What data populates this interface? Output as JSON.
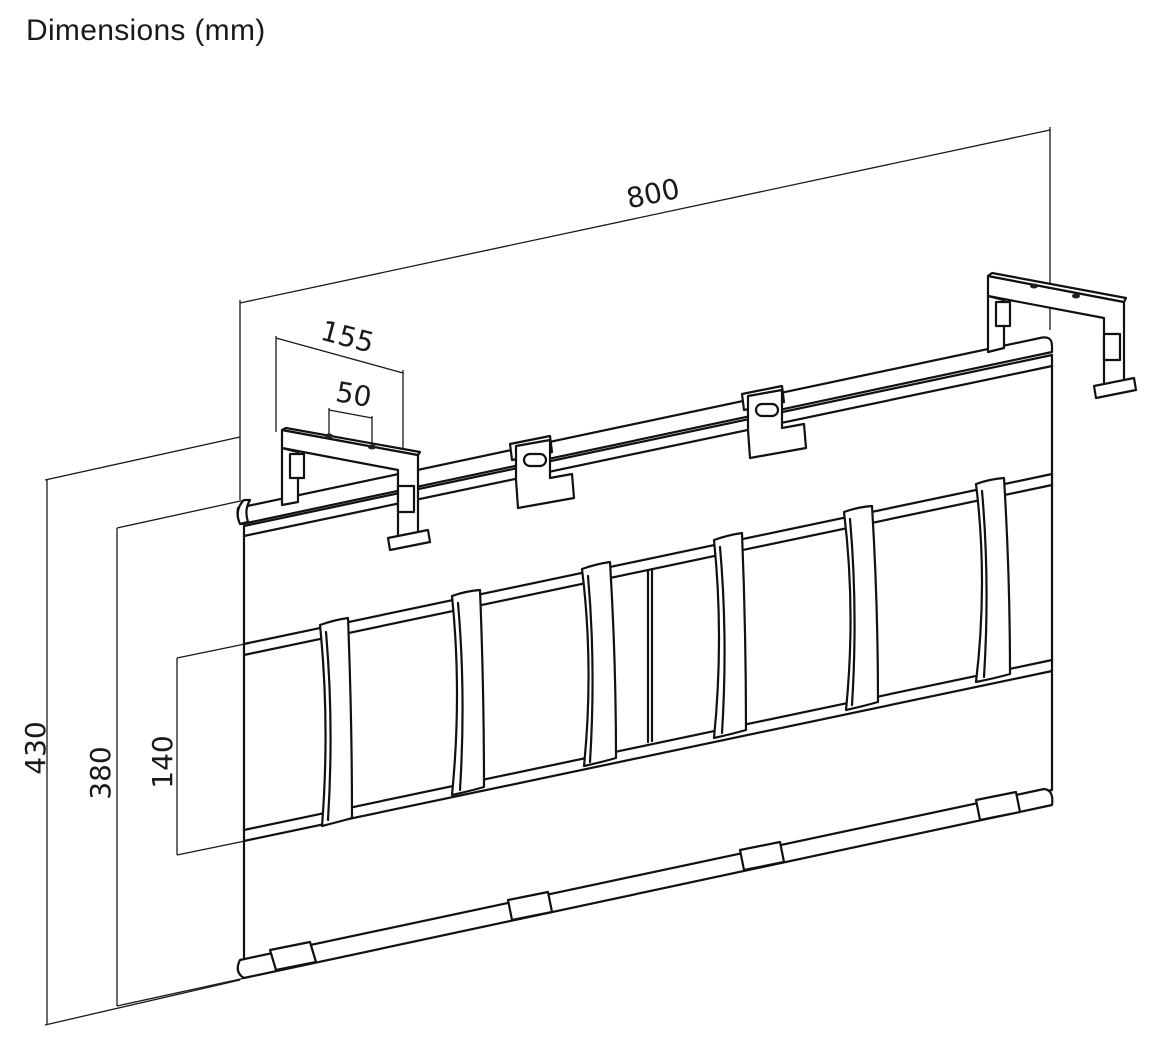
{
  "title": "Dimensions (mm)",
  "dimensions": {
    "width": "800",
    "bracket_span": "155",
    "bracket_hole_spacing": "50",
    "overall_height": "430",
    "panel_height": "380",
    "band_height": "140"
  },
  "colors": {
    "line": "#111111",
    "background": "#ffffff"
  }
}
